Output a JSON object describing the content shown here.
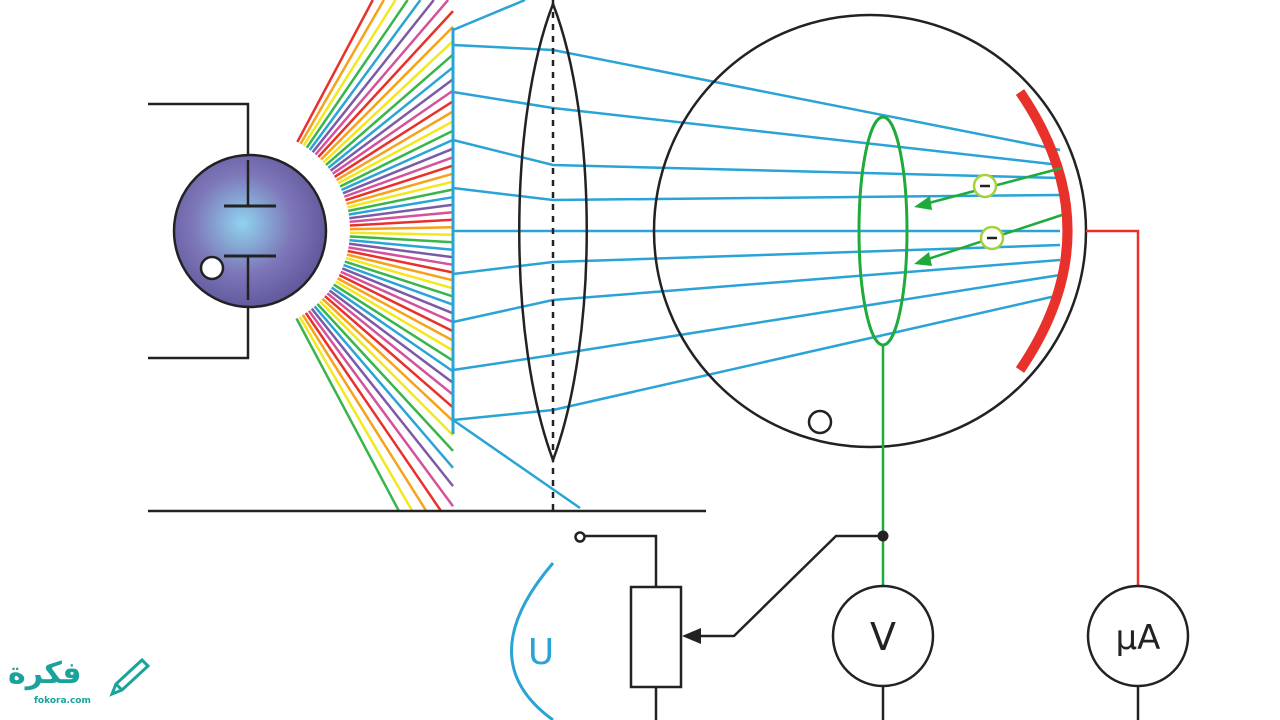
{
  "labels": {
    "voltmeter": "V",
    "microammeter": "μA",
    "voltage": "U"
  },
  "watermark": {
    "name": "فكرة",
    "site": "fokora.com"
  },
  "colors": {
    "ray_blue": "#2aa3d6",
    "electron_green": "#1faa3c",
    "cathode_red": "#e8312a",
    "rainbow": [
      "#e8312a",
      "#f7a21b",
      "#f2e81c",
      "#39b54a",
      "#2aa3d6",
      "#7b5aa6",
      "#d4529b"
    ],
    "lamp_fill": "#6f6aa8",
    "lamp_glow": "#8fd3ee",
    "electron_marker": "#a6d13a"
  },
  "icons": [
    "electron-symbol",
    "pen-icon"
  ]
}
